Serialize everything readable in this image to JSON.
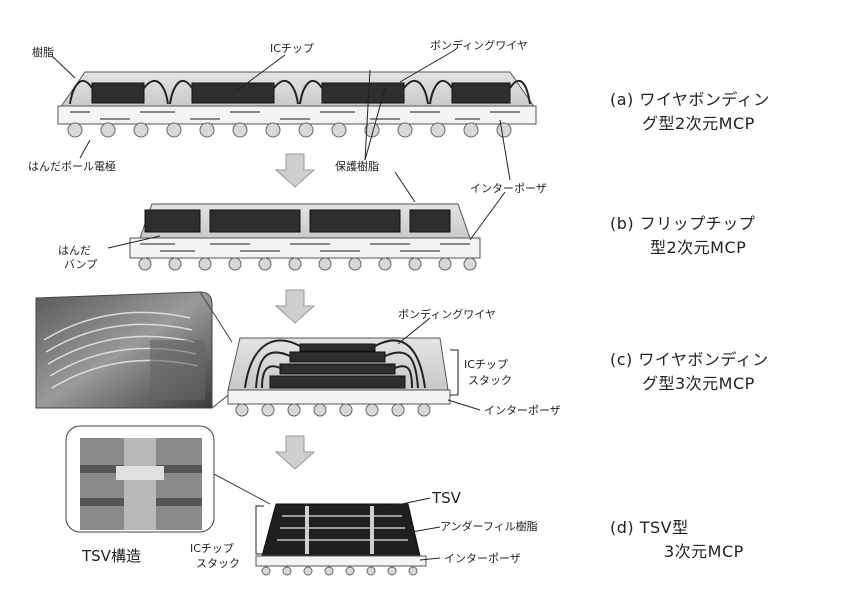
{
  "labels": {
    "resin": "樹脂",
    "ic_chip": "ICチップ",
    "bonding_wire_a": "ボンディングワイヤ",
    "solder_ball": "はんだボール電極",
    "protect_resin": "保護樹脂",
    "interposer_a": "インターポーザ",
    "solder_bump_1": "はんだ",
    "solder_bump_2": "バンプ",
    "bonding_wire_c": "ボンディングワイヤ",
    "chip_stack_c_1": "ICチップ",
    "chip_stack_c_2": "スタック",
    "interposer_c": "インターポーザ",
    "tsv_structure": "TSV構造",
    "tsv": "TSV",
    "underfill": "アンダーフィル樹脂",
    "chip_stack_d_1": "ICチップ",
    "chip_stack_d_2": "スタック",
    "interposer_d": "インターポーザ"
  },
  "captions": {
    "a_line1": "(a) ワイヤボンディン",
    "a_line2": "グ型2次元MCP",
    "b_line1": "(b) フリップチップ",
    "b_line2": "型2次元MCP",
    "c_line1": "(c) ワイヤボンディン",
    "c_line2": "グ型3次元MCP",
    "d_line1": "(d) TSV型",
    "d_line2": "3次元MCP"
  }
}
